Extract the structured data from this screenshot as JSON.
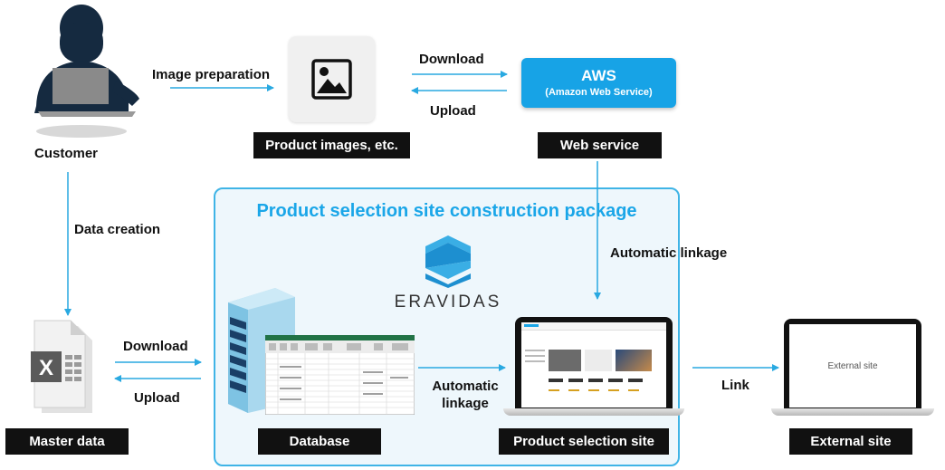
{
  "labels": {
    "customer": "Customer",
    "image_preparation": "Image preparation",
    "download_top": "Download",
    "upload_top": "Upload",
    "aws_title": "AWS",
    "aws_subtitle": "(Amazon Web Service)",
    "product_images": "Product images, etc.",
    "web_service": "Web service",
    "data_creation": "Data creation",
    "package_title": "Product selection site construction package",
    "brand": "ERAVIDAS",
    "automatic_linkage_top": "Automatic linkage",
    "download_left": "Download",
    "upload_left": "Upload",
    "automatic_linkage_mid": "Automatic linkage",
    "link": "Link",
    "external_site_screen": "External site",
    "master_data": "Master data",
    "database": "Database",
    "product_selection_site": "Product selection site",
    "external_site": "External site"
  },
  "colors": {
    "accent": "#1aa6e8",
    "aws_blue": "#17a3e6",
    "package_bg": "#eef7fc",
    "arrow": "#29a9e1"
  },
  "icons": [
    "person-laptop-icon",
    "image-icon",
    "excel-file-icon",
    "server-icon",
    "spreadsheet-icon",
    "eravidas-logo",
    "laptop-icon"
  ]
}
